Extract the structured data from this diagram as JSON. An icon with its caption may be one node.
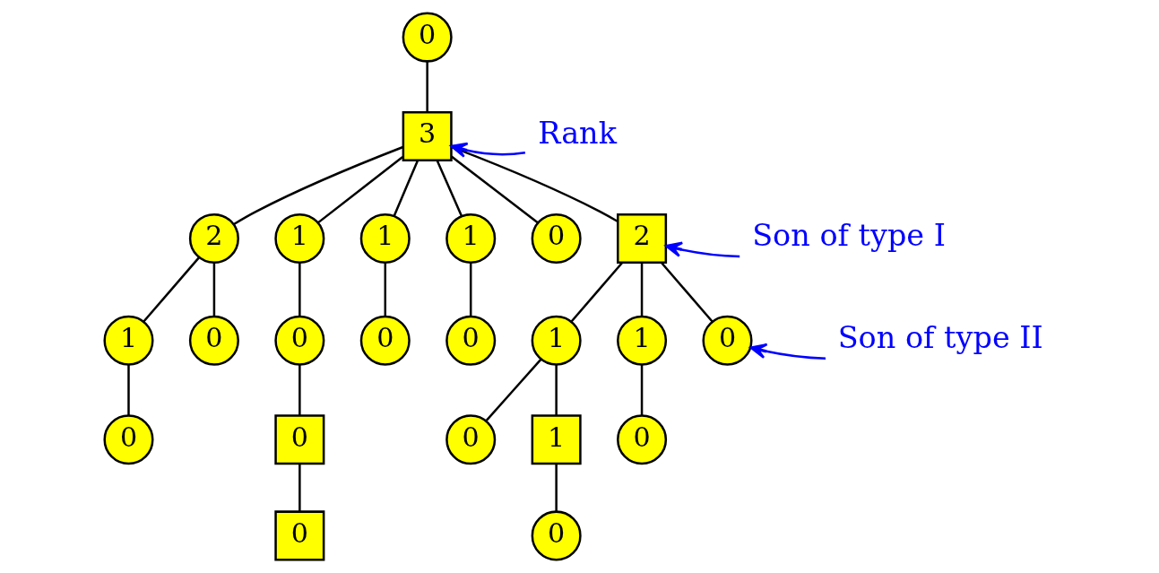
{
  "diagram": {
    "nodes": [
      {
        "text": [
          "0"
        ]
      },
      {
        "text": [
          "3"
        ]
      },
      {
        "text": [
          "Rank"
        ]
      },
      {
        "text": [
          "2"
        ]
      },
      {
        "text": [
          "1"
        ]
      },
      {
        "text": [
          "1"
        ]
      },
      {
        "text": [
          "1"
        ]
      },
      {
        "text": [
          "0"
        ]
      },
      {
        "text": [
          "2"
        ]
      },
      {
        "text": [
          "Son of type I"
        ]
      },
      {
        "text": [
          "1"
        ]
      },
      {
        "text": [
          "0"
        ]
      },
      {
        "text": [
          "0"
        ]
      },
      {
        "text": [
          "0"
        ]
      },
      {
        "text": [
          "0"
        ]
      },
      {
        "text": [
          "1"
        ]
      },
      {
        "text": [
          "1"
        ]
      },
      {
        "text": [
          "0"
        ]
      },
      {
        "text": [
          "Son of type II"
        ]
      },
      {
        "text": [
          "0"
        ]
      },
      {
        "text": [
          "0"
        ]
      },
      {
        "text": [
          "0"
        ]
      },
      {
        "text": [
          "1"
        ]
      },
      {
        "text": [
          "0"
        ]
      },
      {
        "text": [
          "0"
        ]
      },
      {
        "text": [
          "0"
        ]
      }
    ],
    "edges": [
      {
        "from": 0,
        "to": 1,
        "arrow": "none"
      },
      {
        "from": 1,
        "to": 3,
        "arrow": "none"
      },
      {
        "from": 1,
        "to": 4,
        "arrow": "none"
      },
      {
        "from": 1,
        "to": 5,
        "arrow": "none"
      },
      {
        "from": 1,
        "to": 6,
        "arrow": "none"
      },
      {
        "from": 1,
        "to": 7,
        "arrow": "none"
      },
      {
        "from": 1,
        "to": 8,
        "arrow": "none"
      },
      {
        "from": 2,
        "to": 1,
        "arrow": "to",
        "color": "#0000ff"
      },
      {
        "from": 3,
        "to": 10,
        "arrow": "none"
      },
      {
        "from": 3,
        "to": 11,
        "arrow": "none"
      },
      {
        "from": 4,
        "to": 12,
        "arrow": "none"
      },
      {
        "from": 5,
        "to": 13,
        "arrow": "none"
      },
      {
        "from": 6,
        "to": 14,
        "arrow": "none"
      },
      {
        "from": 8,
        "to": 15,
        "arrow": "none"
      },
      {
        "from": 8,
        "to": 16,
        "arrow": "none"
      },
      {
        "from": 8,
        "to": 17,
        "arrow": "none"
      },
      {
        "from": 9,
        "to": 8,
        "arrow": "to",
        "color": "#0000ff"
      },
      {
        "from": 18,
        "to": 17,
        "arrow": "to",
        "color": "#0000ff"
      },
      {
        "from": 10,
        "to": 19,
        "arrow": "none"
      },
      {
        "from": 12,
        "to": 20,
        "arrow": "none"
      },
      {
        "from": 15,
        "to": 21,
        "arrow": "none"
      },
      {
        "from": 15,
        "to": 22,
        "arrow": "none"
      },
      {
        "from": 16,
        "to": 23,
        "arrow": "none"
      },
      {
        "from": 20,
        "to": 24,
        "arrow": "none"
      },
      {
        "from": 22,
        "to": 25,
        "arrow": "none"
      }
    ]
  }
}
